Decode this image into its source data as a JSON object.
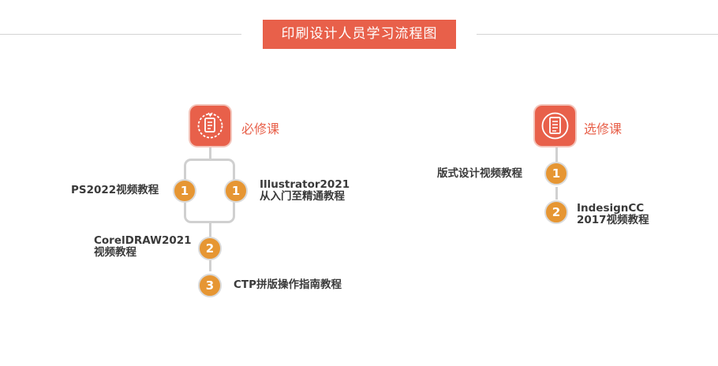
{
  "header": {
    "title": "印刷设计人员学习流程图"
  },
  "required": {
    "label": "必修课",
    "icon": "book-certificate-icon",
    "items": [
      {
        "step": "1",
        "text": "PS2022视频教程"
      },
      {
        "step": "1",
        "line1": "Illustrator2021",
        "line2": "从入门至精通教程"
      },
      {
        "step": "2",
        "line1": "CorelDRAW2021",
        "line2": "视频教程"
      },
      {
        "step": "3",
        "text": "CTP拼版操作指南教程"
      }
    ]
  },
  "elective": {
    "label": "选修课",
    "icon": "document-list-icon",
    "items": [
      {
        "step": "1",
        "text": "版式设计视频教程"
      },
      {
        "step": "2",
        "line1": "IndesignCC",
        "line2": "2017视频教程"
      }
    ]
  },
  "colors": {
    "accent": "#e8604a",
    "badge": "#e69633",
    "connector": "#d0d0d0"
  }
}
